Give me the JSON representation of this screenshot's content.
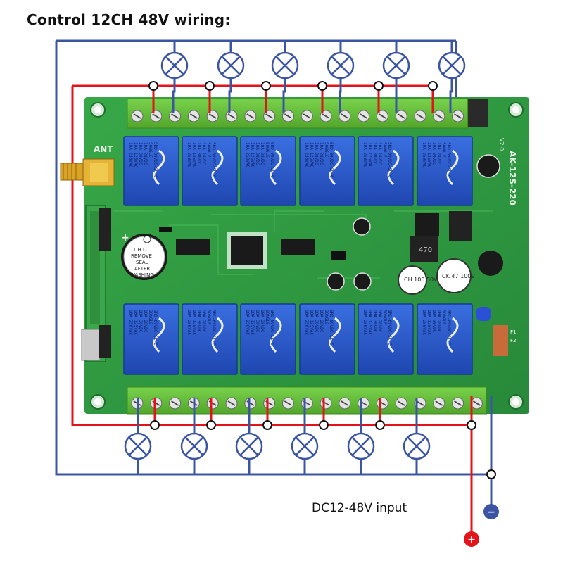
{
  "title": "Control 12CH 48V wiring:",
  "input_label": "DC12-48V input",
  "plus_symbol": "+",
  "minus_symbol": "−",
  "board": {
    "ant_label": "ANT",
    "model_label": "AK-12S-220",
    "version_label": "V2.0",
    "buzzer_text": [
      "T H D",
      "REMOVE",
      "SEAL",
      "AFTER",
      "WASHING"
    ],
    "relay_lines": [
      "10A 250VAC",
      "10A 125VAC",
      "10A 30VDC",
      "10A 28VDC",
      "SONGLE",
      "SRD-09VDC-SL-C"
    ],
    "cap_labels": [
      "CH 100 50V",
      "CK 47 100V"
    ],
    "inductor_label": "470",
    "fuse_labels": [
      "F1",
      "F2"
    ]
  },
  "colors": {
    "wire_blue": "#3b55a3",
    "wire_red": "#e3131b",
    "pcb_green": "#2e9a3e",
    "relay_blue": "#2a57c9",
    "terminal_green": "#67c23a"
  }
}
